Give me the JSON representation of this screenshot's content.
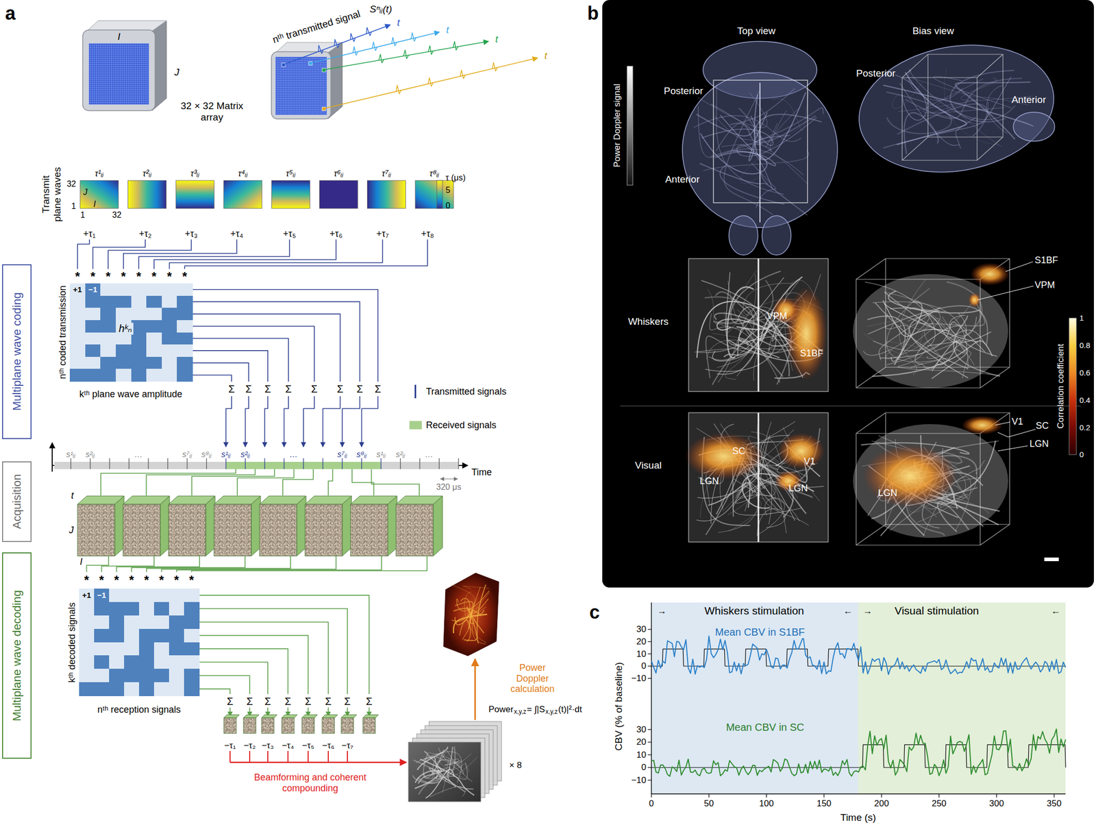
{
  "diagram": {
    "nodes": [
      {
        "text": [
          "Multiplane wave coding"
        ]
      },
      {
        "text": [
          "+1",
          "−1",
          "hᵏₙ"
        ]
      },
      {
        "text": [
          "Acquisition"
        ]
      },
      {
        "text": [
          "Multiplane wave decoding"
        ]
      },
      {
        "text": [
          "+1",
          "−1"
        ]
      }
    ],
    "labels": [
      "a",
      "b",
      "c",
      "I",
      "J",
      "32 × 32 Matrix array",
      "nᵗʰ transmitted signal",
      "Sⁿᵢⱼ(t)",
      "t",
      "t",
      "t",
      "t",
      "Transmit plane waves",
      "32",
      "1",
      "1",
      "32",
      "J",
      "I",
      "τ¹ᵢⱼ",
      "τ²ᵢⱼ",
      "τ³ᵢⱼ",
      "τ⁴ᵢⱼ",
      "τ⁵ᵢⱼ",
      "τ⁶ᵢⱼ",
      "τ⁷ᵢⱼ",
      "τ⁸ᵢⱼ",
      "τ (μs)",
      "5",
      "0",
      "+τ₁",
      "+τ₂",
      "+τ₃",
      "+τ₄",
      "+τ₅",
      "+τ₆",
      "+τ₇",
      "+τ₈",
      "*",
      "*",
      "*",
      "*",
      "*",
      "*",
      "*",
      "*",
      "nᵗʰ coded transmission",
      "kᵗʰ plane wave amplitude",
      "Σ",
      "Σ",
      "Σ",
      "Σ",
      "Σ",
      "Σ",
      "Σ",
      "Σ",
      "s¹ᵢⱼ",
      "s²ᵢⱼ",
      "…",
      "s⁷ᵢⱼ",
      "s⁸ᵢⱼ",
      "s¹ᵢⱼ",
      "s²ᵢⱼ",
      "…",
      "s⁷ᵢⱼ",
      "s⁸ᵢⱼ",
      "s¹ᵢⱼ",
      "s²ᵢⱼ",
      "…",
      "Time",
      "320 μs",
      "t",
      "J",
      "I",
      "*",
      "*",
      "*",
      "*",
      "*",
      "*",
      "*",
      "*",
      "kᵗʰ decoded signals",
      "nᵗʰ reception signals",
      "Σ",
      "Σ",
      "Σ",
      "Σ",
      "Σ",
      "Σ",
      "Σ",
      "Σ",
      "−τ₁",
      "−τ₂",
      "−τ₃",
      "−τ₄",
      "−τ₅",
      "−τ₆",
      "−τ₇",
      "Beamforming and coherent compounding",
      "Power Doppler calculation",
      "× 8",
      "Power",
      "x,y,z",
      "= ∫|S",
      "x,y,z",
      "(t)|²·dt",
      "Top view",
      "Bias view",
      "Posterior",
      "Anterior",
      "Posterior",
      "Anterior",
      "Power Doppler signal",
      "Whiskers",
      "VPM",
      "S1BF",
      "S1BF",
      "VPM",
      "Visual",
      "SC",
      "V1",
      "LGN",
      "LGN",
      "V1",
      "SC",
      "LGN",
      "LGN",
      "Correlation coefficient",
      "1",
      "0.8",
      "0.6",
      "0.4",
      "0.2",
      "0",
      "Whiskers stimulation",
      "Visual stimulation",
      "→",
      "←",
      "→",
      "←",
      "Mean CBV in S1BF",
      "Mean CBV in SC",
      "CBV (% of baseline)",
      "30",
      "20",
      "10",
      "0",
      "−10",
      "30",
      "20",
      "10",
      "0",
      "−10",
      "0",
      "50",
      "100",
      "150",
      "200",
      "250",
      "300",
      "350",
      "Time (s)"
    ],
    "legend": [
      {
        "text": "Transmitted signals"
      },
      {
        "text": "Received signals",
        "color": "#a8d08d"
      }
    ]
  }
}
